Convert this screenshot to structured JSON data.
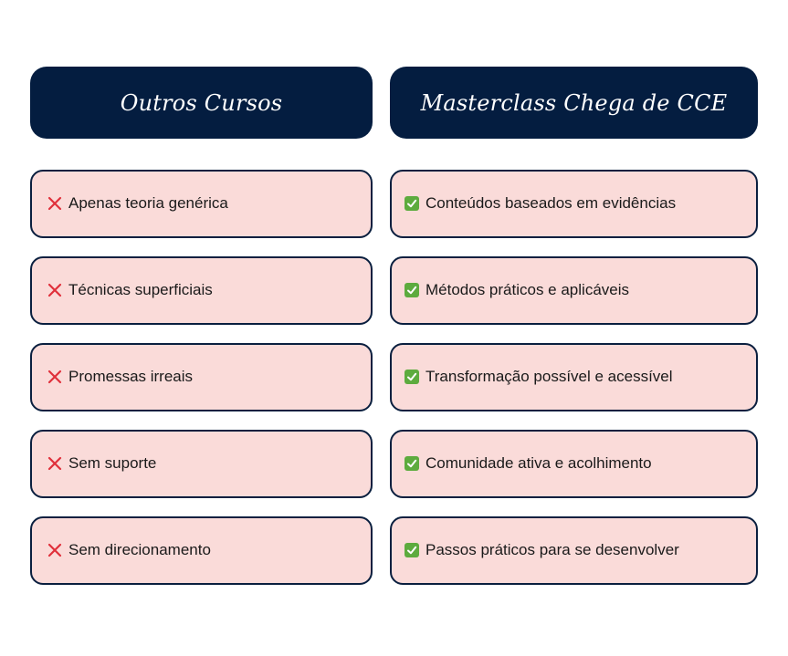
{
  "left": {
    "title": "Outros Cursos",
    "icon": "cross-icon",
    "icon_color": "#e0303b",
    "items": [
      "Apenas teoria genérica",
      "Técnicas superficiais",
      "Promessas irreais",
      "Sem suporte",
      "Sem direcionamento"
    ]
  },
  "right": {
    "title": "Masterclass Chega de CCE",
    "icon": "checkmark-icon",
    "icon_color": "#5dab3e",
    "items": [
      "Conteúdos baseados em evidências",
      "Métodos práticos e aplicáveis",
      "Transformação possível e acessível",
      "Comunidade ativa e acolhimento",
      "Passos práticos para se desenvolver"
    ]
  },
  "colors": {
    "header_bg": "#041d40",
    "row_bg": "#fadbd9",
    "row_border": "#0a1f3f"
  }
}
